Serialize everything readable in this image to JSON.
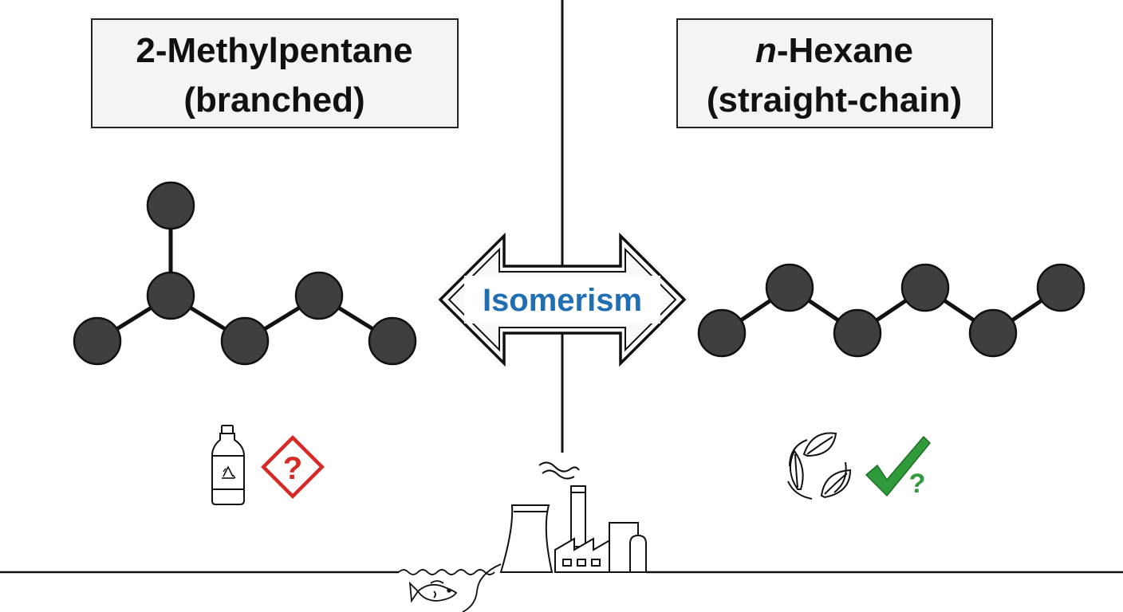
{
  "colors": {
    "atom_fill": "#3f3f3f",
    "atom_stroke": "#111111",
    "bond": "#111111",
    "title_box_fill": "#f4f4f4",
    "arrow_label": "#1f6fb2",
    "hazard_red": "#d62a26",
    "check_green": "#2e9a3a"
  },
  "left_panel": {
    "title_line1": "2-Methylpentane",
    "title_line2": "(branched)",
    "icons": [
      "plastic-bottle-recycle-icon",
      "hazard-question-icon"
    ],
    "hazard_mark": "?"
  },
  "right_panel": {
    "title_italic": "n",
    "title_rest": "-Hexane",
    "title_line2": "(straight-chain)",
    "icons": [
      "leaf-recycle-icon",
      "checkmark-question-icon"
    ],
    "check_mark": "?"
  },
  "center": {
    "arrow_label": "Isomerism",
    "icons": [
      "factory-icon",
      "fish-icon",
      "water-wave-icon"
    ]
  }
}
